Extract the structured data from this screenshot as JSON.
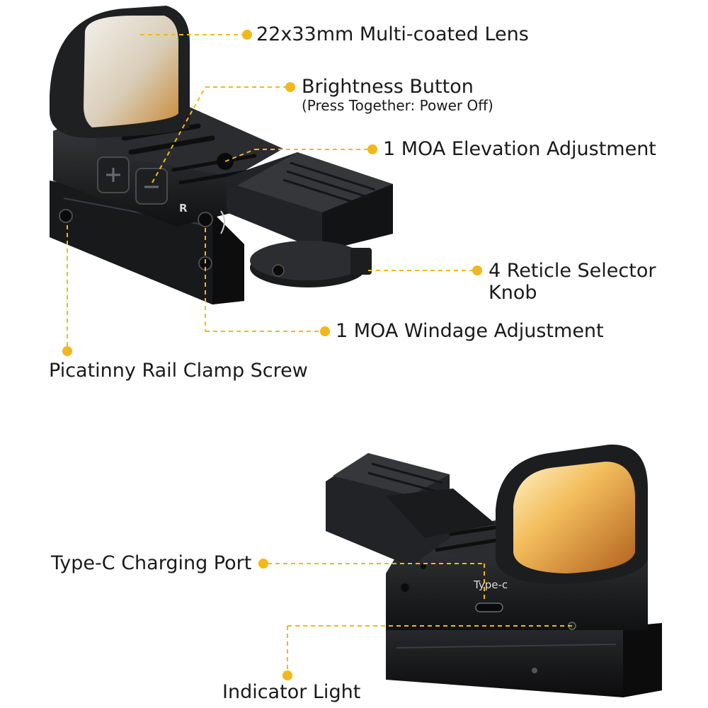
{
  "colors": {
    "accent": "#f2b81b",
    "text": "#1a1a1a",
    "body_dark": "#1c1d1f",
    "lens_amber": "#e6a640"
  },
  "callouts": {
    "lens": "22x33mm Multi-coated Lens",
    "brightness": "Brightness Button",
    "brightness_sub": "(Press Together: Power Off)",
    "elevation": "1 MOA Elevation Adjustment",
    "reticle_line1": "4 Reticle Selector",
    "reticle_line2": "Knob",
    "windage": "1 MOA Windage Adjustment",
    "rail_clamp": "Picatinny Rail Clamp Screw",
    "typec_port": "Type-C Charging Port",
    "indicator": "Indicator Light"
  },
  "device_markings": {
    "adjust_letter": "R",
    "port_label": "Type-c"
  }
}
